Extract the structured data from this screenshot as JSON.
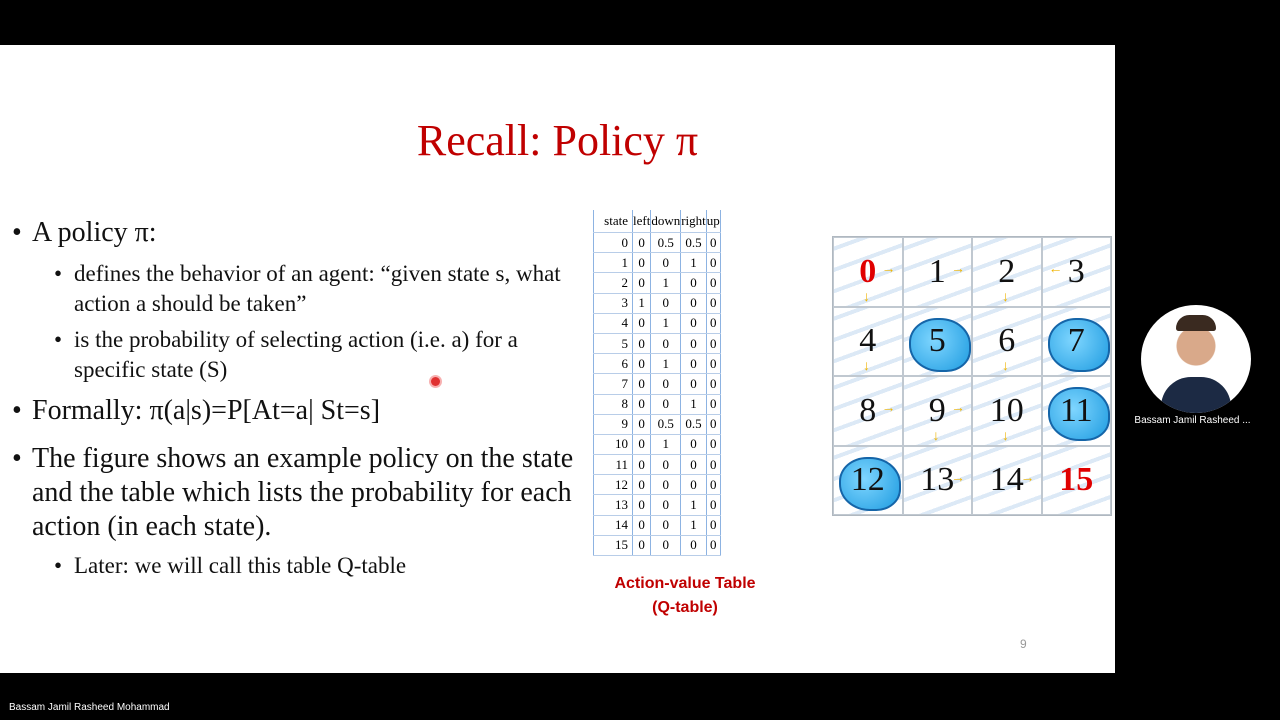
{
  "slide": {
    "title": "Recall: Policy π",
    "bullets": [
      {
        "level": 1,
        "text": "A policy π:"
      },
      {
        "level": 2,
        "text": "defines the behavior of an agent: “given state s, what action a should be taken”"
      },
      {
        "level": 2,
        "text": "is the probability of selecting action (i.e. a) for a specific state (S)"
      },
      {
        "level": 1,
        "text": "Formally: π(a|s)=P[At=a| St=s]"
      },
      {
        "level": 1,
        "text": "The figure shows an example policy on the state and the table which lists the probability for each action (in each state)."
      },
      {
        "level": 2,
        "text": "Later: we will call this table Q-table"
      }
    ],
    "table": {
      "headers": [
        "state",
        "left",
        "down",
        "right",
        "up"
      ],
      "rows": [
        [
          "0",
          "0",
          "0.5",
          "0.5",
          "0"
        ],
        [
          "1",
          "0",
          "0",
          "1",
          "0"
        ],
        [
          "2",
          "0",
          "1",
          "0",
          "0"
        ],
        [
          "3",
          "1",
          "0",
          "0",
          "0"
        ],
        [
          "4",
          "0",
          "1",
          "0",
          "0"
        ],
        [
          "5",
          "0",
          "0",
          "0",
          "0"
        ],
        [
          "6",
          "0",
          "1",
          "0",
          "0"
        ],
        [
          "7",
          "0",
          "0",
          "0",
          "0"
        ],
        [
          "8",
          "0",
          "0",
          "1",
          "0"
        ],
        [
          "9",
          "0",
          "0.5",
          "0.5",
          "0"
        ],
        [
          "10",
          "0",
          "1",
          "0",
          "0"
        ],
        [
          "11",
          "0",
          "0",
          "0",
          "0"
        ],
        [
          "12",
          "0",
          "0",
          "0",
          "0"
        ],
        [
          "13",
          "0",
          "0",
          "1",
          "0"
        ],
        [
          "14",
          "0",
          "0",
          "1",
          "0"
        ],
        [
          "15",
          "0",
          "0",
          "0",
          "0"
        ]
      ],
      "caption_line1": "Action-value Table",
      "caption_line2": "(Q-table)"
    },
    "grid": {
      "cells": [
        {
          "label": "0",
          "type": "start",
          "arrows": [
            "right",
            "down"
          ]
        },
        {
          "label": "1",
          "type": "frozen",
          "arrows": [
            "right"
          ]
        },
        {
          "label": "2",
          "type": "frozen",
          "arrows": [
            "down"
          ]
        },
        {
          "label": "3",
          "type": "frozen",
          "arrows": [
            "left"
          ]
        },
        {
          "label": "4",
          "type": "frozen",
          "arrows": [
            "down"
          ]
        },
        {
          "label": "5",
          "type": "hole",
          "arrows": []
        },
        {
          "label": "6",
          "type": "frozen",
          "arrows": [
            "down"
          ]
        },
        {
          "label": "7",
          "type": "hole",
          "arrows": []
        },
        {
          "label": "8",
          "type": "frozen",
          "arrows": [
            "right"
          ]
        },
        {
          "label": "9",
          "type": "frozen",
          "arrows": [
            "right",
            "down"
          ]
        },
        {
          "label": "10",
          "type": "frozen",
          "arrows": [
            "down"
          ]
        },
        {
          "label": "11",
          "type": "hole",
          "arrows": []
        },
        {
          "label": "12",
          "type": "hole",
          "arrows": []
        },
        {
          "label": "13",
          "type": "frozen",
          "arrows": [
            "right"
          ]
        },
        {
          "label": "14",
          "type": "frozen",
          "arrows": [
            "right"
          ]
        },
        {
          "label": "15",
          "type": "goal",
          "arrows": []
        }
      ],
      "arrow_color": "#f0b400",
      "start_goal_color": "#e00000"
    },
    "page_number": "9"
  },
  "webcam": {
    "name": "Bassam Jamil Rasheed ..."
  },
  "presenter_name": "Bassam Jamil Rasheed Mohammad"
}
